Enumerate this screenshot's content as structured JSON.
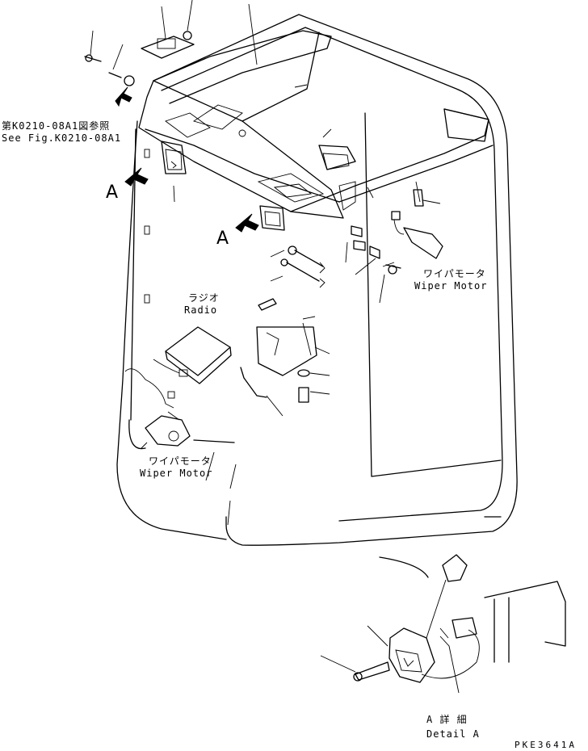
{
  "reference": {
    "line1": "第K0210-08A1図参照",
    "line2": "See Fig.K0210-08A1"
  },
  "view_markers": {
    "left": "A",
    "center": "A"
  },
  "radio": {
    "jp": "ラジオ",
    "en": "Radio"
  },
  "wiper_motor_right": {
    "jp": "ワイパモータ",
    "en": "Wiper Motor"
  },
  "wiper_motor_left": {
    "jp": "ワイパモータ",
    "en": "Wiper Motor"
  },
  "detail": {
    "jp": "A 詳 細",
    "en": "Detail A"
  },
  "drawing_number": "PKE3641A"
}
